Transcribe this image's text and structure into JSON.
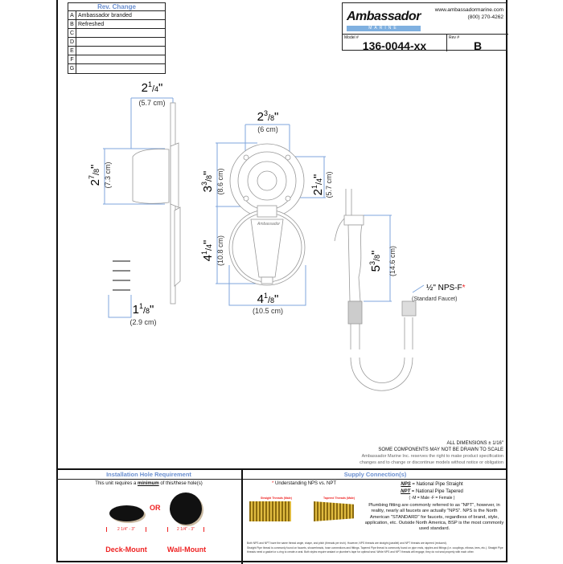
{
  "rev_table": {
    "title": "Rev. Change",
    "rows": [
      {
        "letter": "A",
        "change": "Ambassador branded"
      },
      {
        "letter": "B",
        "change": "Refreshed"
      },
      {
        "letter": "C",
        "change": ""
      },
      {
        "letter": "D",
        "change": ""
      },
      {
        "letter": "E",
        "change": ""
      },
      {
        "letter": "F",
        "change": ""
      },
      {
        "letter": "G",
        "change": ""
      }
    ]
  },
  "title_block": {
    "brand": "Ambassador",
    "brand_sub": "MARINE",
    "website": "www.ambassadormarine.com",
    "phone": "(800) 270-4262",
    "model_label": "Model #",
    "model": "136-0044-xx",
    "rev_label": "Rev #",
    "rev": "B"
  },
  "dimensions": {
    "side_width": {
      "whole": "2",
      "num": "1",
      "den": "4",
      "cm": "(5.7 cm)"
    },
    "side_height": {
      "whole": "2",
      "num": "7",
      "den": "8",
      "cm": "(7.3 cm)"
    },
    "screw_length": {
      "whole": "1",
      "num": "1",
      "den": "8",
      "cm": "(2.9 cm)"
    },
    "bolt_spacing": {
      "whole": "2",
      "num": "3",
      "den": "8",
      "cm": "(6 cm)"
    },
    "ring_height": {
      "whole": "3",
      "num": "3",
      "den": "8",
      "cm": "(8.6 cm)"
    },
    "bolt_vertical": {
      "whole": "2",
      "num": "1",
      "den": "4",
      "cm": "(5.7 cm)"
    },
    "cover_height": {
      "whole": "4",
      "num": "1",
      "den": "4",
      "cm": "(10.8 cm)"
    },
    "cover_width": {
      "whole": "4",
      "num": "1",
      "den": "8",
      "cm": "(10.5 cm)"
    },
    "sprayer_length": {
      "whole": "5",
      "num": "3",
      "den": "8",
      "cm": "(14.6 cm)"
    }
  },
  "fitting": {
    "size": "½\" NPS-F",
    "asterisk": "*",
    "note": "(Standard Faucet)"
  },
  "cover_logo": "Ambassador",
  "notes": {
    "line1": "ALL DIMENSIONS ± 1/16\"",
    "line2": "SOME COMPONENTS MAY NOT BE DRAWN TO SCALE",
    "line3": "Ambassador Marine Inc. reserves the right to make product specification",
    "line4": "changes and to change or discontinue models without notice or obligation"
  },
  "install": {
    "title": "Installation Hole Requirement",
    "intro_a": "This unit requires a ",
    "intro_b": "minimum",
    "intro_c": " of this/these hole(s)",
    "or": "OR",
    "deck_size": "2 1/4\" - 3\"",
    "wall_size": "2 1/4\" - 3\"",
    "deck_label": "Deck-Mount",
    "wall_label": "Wall-Mount"
  },
  "supply": {
    "title": "Supply Connection(s)",
    "understanding": "Understanding NPS vs. NPT",
    "straight_label": "Straight Threads (Male)",
    "tapered_label": "Tapered Threads (Male)",
    "nps": "NPS",
    "nps_def": " = National Pipe Straight",
    "npt": "NPT",
    "npt_def": " = National Pipe Tapered",
    "mf": "( -M = Male      -F = Female )",
    "para": "Plumbing fitting are commonly referred to as \"NPT\", however, in reality, nearly all faucets are actually \"NPS\". NPS is the North American \"STANDARD\" for faucets, regardless of brand, style, application, etc.  Outside North America, BSP is the most commonly used standard.",
    "fine1": "Both NPS and NPT have the same thread angle, shape, and pitch (threads per inch).  However, NPS threads are straight (parallel) and NPT threads are tapered (reduced).",
    "fine2": "Straight Pipe thread is commonly found on faucets, showerheads, hose connections and fittings.  Tapered Pipe thread is commonly found on pipe ends, nipples and fittings (i.e. couplings, elbows, tees, etc.).  Straight Pipe threads need a gasket or o-ring to create a seal.  Both styles require sealant or plumber's tape for optimal seal. While NPS and NPT threads will engage, they do not seal properly with each other."
  },
  "colors": {
    "dimension_line": "#7fa6dc",
    "accent_red": "#e22222",
    "header_blue": "#6a8fd0",
    "brass": "#b8901c"
  }
}
